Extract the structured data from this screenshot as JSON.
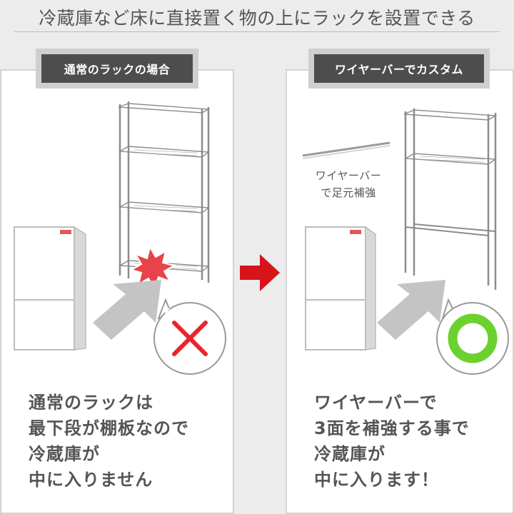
{
  "headline": "冷蔵庫など床に直接置く物の上にラックを設置できる",
  "left": {
    "label": "通常のラックの場合",
    "caption": [
      "通常のラックは",
      "最下段が棚板なので",
      "冷蔵庫が",
      "中に入りません"
    ],
    "result_icon": "cross-icon",
    "result_color": "#e8252d"
  },
  "right": {
    "label": "ワイヤーバーでカスタム",
    "side_caption": [
      "ワイヤーバー",
      "で足元補強"
    ],
    "caption": [
      "ワイヤーバーで",
      "3面を補強する事で",
      "冷蔵庫が",
      "中に入ります！"
    ],
    "result_icon": "circle-ok-icon",
    "result_color": "#6bd12e"
  },
  "colors": {
    "arrow_red": "#d8141b",
    "burst_red": "#e8434a",
    "gray_arrow": "#c4c4c4"
  }
}
